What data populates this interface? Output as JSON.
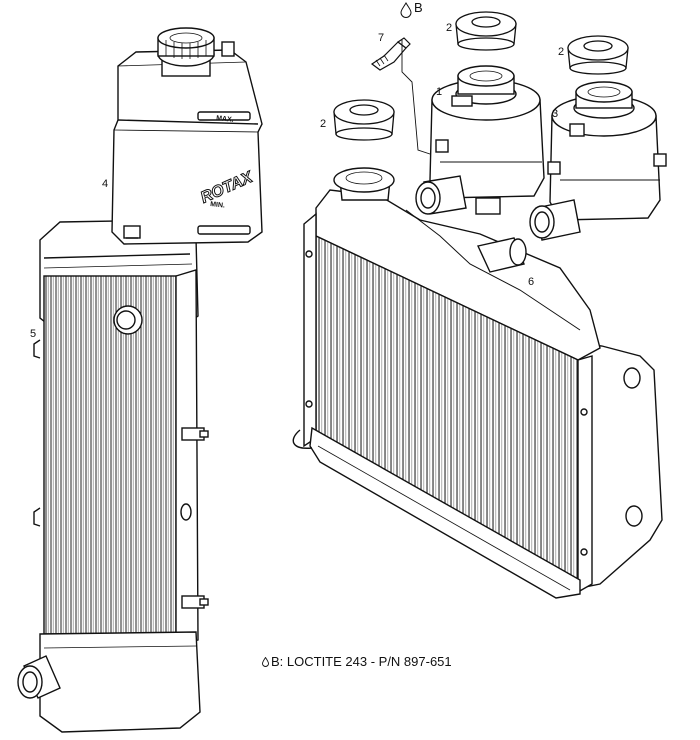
{
  "callouts": {
    "c1": "1",
    "c2a": "2",
    "c2b": "2",
    "c2c": "2",
    "c3": "3",
    "c4": "4",
    "c5": "5",
    "c6": "6",
    "c7": "7",
    "b": "B"
  },
  "tank": {
    "brand": "ROTAX",
    "max": "MAX.",
    "min": "MIN."
  },
  "note": {
    "text": "B: LOCTITE 243 - P/N 897-651"
  },
  "icons": {
    "drop": "droplet-icon"
  }
}
